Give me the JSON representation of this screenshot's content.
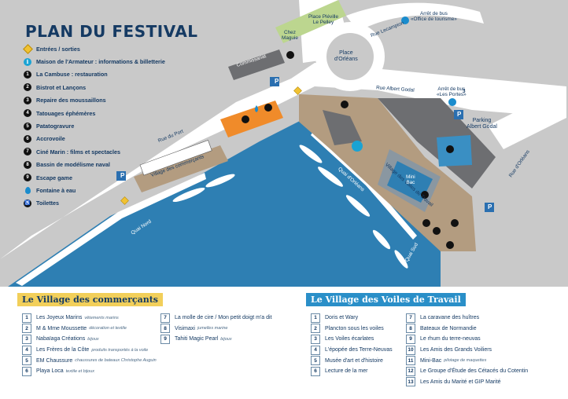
{
  "header": {
    "title": "PLAN DU FESTIVAL"
  },
  "legend": [
    {
      "kind": "diamond",
      "icon": "entrance-diamond-icon",
      "label": "Entrées / sorties"
    },
    {
      "kind": "info",
      "icon": "info-icon",
      "symbol": "i",
      "label": "Maison de l'Armateur : informations & billetterie"
    },
    {
      "kind": "num",
      "symbol": "1",
      "label": "La Cambuse : restauration"
    },
    {
      "kind": "num",
      "symbol": "2",
      "label": "Bistrot et Lançons"
    },
    {
      "kind": "num",
      "symbol": "3",
      "label": "Repaire des moussaillons"
    },
    {
      "kind": "num",
      "symbol": "4",
      "label": "Tatouages éphémères"
    },
    {
      "kind": "num",
      "symbol": "5",
      "label": "Patatogravure"
    },
    {
      "kind": "num",
      "symbol": "6",
      "label": "Accrovoile"
    },
    {
      "kind": "num",
      "symbol": "7",
      "label": "Ciné Marin : films et spectacles"
    },
    {
      "kind": "num",
      "symbol": "8",
      "label": "Bassin de modélisme naval"
    },
    {
      "kind": "num",
      "symbol": "9",
      "label": "Escape game"
    },
    {
      "kind": "drop",
      "icon": "water-drop-icon",
      "label": "Fontaine à eau"
    },
    {
      "kind": "wc",
      "icon": "toilets-icon",
      "symbol": "♿",
      "label": "Toilettes"
    }
  ],
  "map_labels": {
    "commissariat": "Commissariat",
    "chez_maguie": "Chez\nMaguie",
    "place_pleville": "Place Pléville\nLe Pelley",
    "place_orleans": "Place\nd'Orléans",
    "rue_lecampion": "Rue Lecampion",
    "bus_office": "Arrêt de bus\n«Office de tourisme»",
    "bus_portes": "Arrêt de bus\n«Les Portes»",
    "rue_albert_godal": "Rue Albert Godal",
    "parking": "Parking\nAlbert Godal",
    "rue_orleans": "Rue d'Orléans",
    "rue_du_port": "Rue du Port",
    "village_commercants": "Village des commerçants",
    "quai_nord": "Quai Nord",
    "quai_orleans": "Quai d'Orléans",
    "village_voiles": "Village des Voiles de Travail",
    "quai_sud": "Quai Sud",
    "mini_bac": "Mini\nBac",
    "bus_number": "3",
    "parking_symbol": "P"
  },
  "commercants": {
    "title": "Le Village des commerçants",
    "col1": [
      {
        "n": "1",
        "name": "Les Joyeux Marins",
        "desc": "vêtements marins"
      },
      {
        "n": "2",
        "name": "M & Mme Moussette",
        "desc": "décoration et textile"
      },
      {
        "n": "3",
        "name": "Nabaïaga Créations",
        "desc": "bijoux"
      },
      {
        "n": "4",
        "name": "Les Frères de la Côte",
        "desc": "produits transportés à la voile"
      },
      {
        "n": "5",
        "name": "EM Chaussure",
        "desc": "chaussures de bateaux Christophe Auguin"
      },
      {
        "n": "6",
        "name": "Playa Loca",
        "desc": "textile et bijoux"
      }
    ],
    "col2": [
      {
        "n": "7",
        "name": "La molle de cire / Mon petit doigt m'a dit",
        "desc": ""
      },
      {
        "n": "8",
        "name": "Visimaxi",
        "desc": "jumelles marine"
      },
      {
        "n": "9",
        "name": "Tahiti Magic Pearl",
        "desc": "bijoux"
      }
    ]
  },
  "voiles": {
    "title": "Le Village des Voiles de Travail",
    "col1": [
      {
        "n": "1",
        "name": "Doris et Wary",
        "desc": ""
      },
      {
        "n": "2",
        "name": "Plancton sous les voiles",
        "desc": ""
      },
      {
        "n": "3",
        "name": "Les Voiles écarlates",
        "desc": ""
      },
      {
        "n": "4",
        "name": "L'épopée des Terre-Neuvas",
        "desc": ""
      },
      {
        "n": "5",
        "name": "Musée d'art et d'histoire",
        "desc": ""
      },
      {
        "n": "6",
        "name": "Lecture de la mer",
        "desc": ""
      }
    ],
    "col2": [
      {
        "n": "7",
        "name": "La caravane des huîtres",
        "desc": ""
      },
      {
        "n": "8",
        "name": "Bateaux de Normandie",
        "desc": ""
      },
      {
        "n": "9",
        "name": "Le rhum du terre-neuvas",
        "desc": ""
      },
      {
        "n": "10",
        "name": "Les Amis des Grands Voiliers",
        "desc": ""
      },
      {
        "n": "11",
        "name": "Mini-Bac",
        "desc": "pilotage de maquettes"
      },
      {
        "n": "12",
        "name": "Le Groupe d'Étude des Cétacés du Cotentin",
        "desc": ""
      },
      {
        "n": "13",
        "name": "Les Amis du Marité et GIP Marité",
        "desc": ""
      }
    ]
  },
  "markers": {
    "numbers": [
      "1",
      "2",
      "3",
      "4",
      "5",
      "6",
      "7",
      "8",
      "9"
    ],
    "stalls": [
      "1",
      "2",
      "3",
      "4",
      "5",
      "6",
      "7",
      "8",
      "9"
    ]
  },
  "colors": {
    "water": "#2e7fb3",
    "land": "#c9c9c9",
    "road": "#ffffff",
    "sand": "#b39c80",
    "building": "#6d6e71",
    "orange": "#f08b2a",
    "park": "#bcd68f",
    "title": "#153a63",
    "yellow": "#f2cf5a",
    "blue": "#2a8fc8"
  }
}
